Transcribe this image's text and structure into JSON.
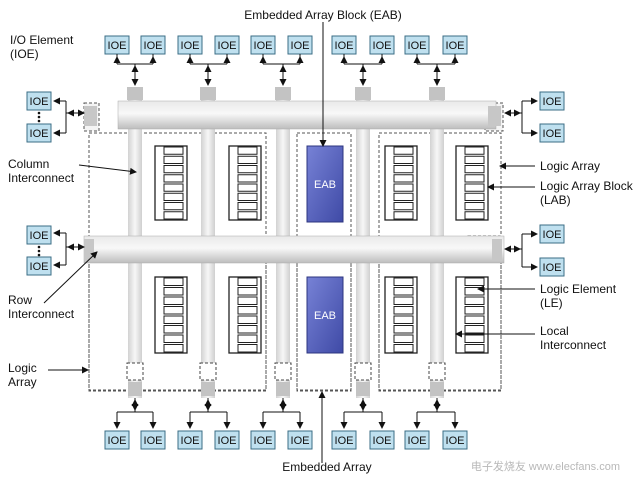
{
  "title": "Embedded Array Block (EAB)",
  "bottom_label": "Embedded Array",
  "ioe_label": "IOE",
  "eab_label": "EAB",
  "io_element": [
    "I/O Element",
    "(IOE)"
  ],
  "column_interconnect": [
    "Column",
    "Interconnect"
  ],
  "row_interconnect": [
    "Row",
    "Interconnect"
  ],
  "logic_array_left": [
    "Logic",
    "Array"
  ],
  "logic_array_right": "Logic Array",
  "logic_array_block": [
    "Logic Array Block",
    "(LAB)"
  ],
  "logic_element": [
    "Logic Element",
    "(LE)"
  ],
  "local_interconnect": [
    "Local",
    "Interconnect"
  ],
  "watermark": "电子发烧友 www.elecfans.com",
  "colors": {
    "ioe_fill": "#bfe0ef",
    "ioe_stroke": "#3b6e86",
    "eab_fill": "#5c67c2",
    "bus_light": "#f2f2f2",
    "bus_dark": "#c9c9c9"
  }
}
